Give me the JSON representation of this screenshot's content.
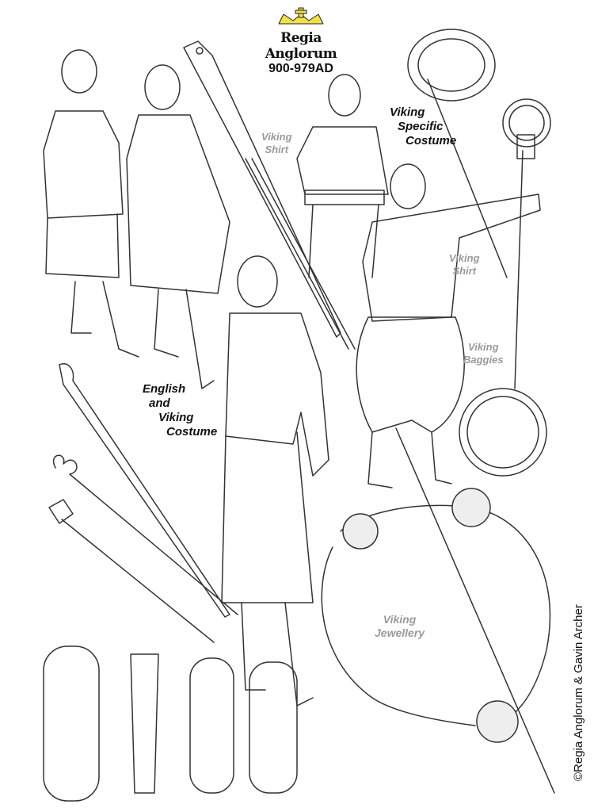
{
  "logo": {
    "name": "Regia Anglorum",
    "dates": "900-979AD"
  },
  "labels": {
    "viking_shirt_1": [
      "Viking",
      "Shirt"
    ],
    "viking_specific_costume": [
      "Viking",
      "Specific",
      "Costume"
    ],
    "viking_shirt_2": [
      "Viking",
      "Shirt"
    ],
    "viking_baggies": [
      "Viking",
      "Baggies"
    ],
    "english_viking_costume": [
      "English",
      "and",
      "Viking",
      "Costume"
    ],
    "viking_jewellery": [
      "Viking",
      "Jewellery"
    ]
  },
  "copyright": "©Regia Anglorum & Gavin Archer",
  "colors": {
    "crown": "#f2e04a",
    "label_gray": "#9a9a9a",
    "line": "#222222"
  }
}
